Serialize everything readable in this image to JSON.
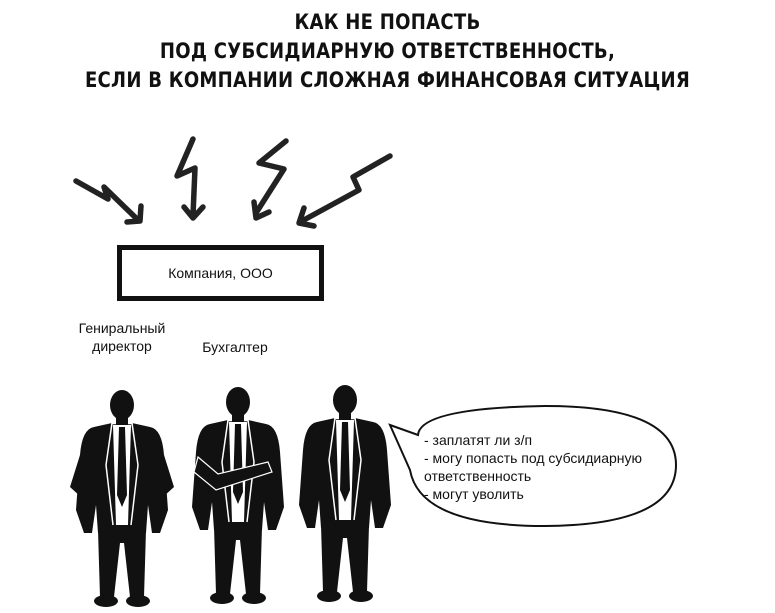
{
  "title": {
    "line1": "КАК НЕ ПОПАСТЬ",
    "line2": "ПОД СУБСИДИАРНУЮ ОТВЕТСТВЕННОСТЬ,",
    "line3": "ЕСЛИ В КОМПАНИИ СЛОЖНАЯ ФИНАНСОВАЯ СИТУАЦИЯ"
  },
  "company": {
    "label": "Компания, ООО"
  },
  "roles": {
    "director": {
      "line1": "Гениральный",
      "line2": "директор"
    },
    "accountant": {
      "label": "Бухгалтер"
    }
  },
  "speech": {
    "lines": [
      "- заплатят ли з/п",
      "- могу попасть под субсидиарную",
      "ответственность",
      "- могут уволить"
    ]
  },
  "colors": {
    "ink": "#111111",
    "background": "#ffffff"
  },
  "icons": [
    "zigzag-arrow-icon",
    "person-figure-icon",
    "speech-bubble-icon"
  ]
}
